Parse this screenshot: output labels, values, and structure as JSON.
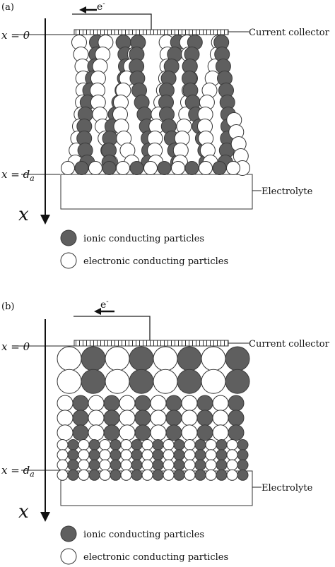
{
  "panel_a": {
    "tag": "(a)",
    "electron": "e",
    "electron_sup": "-",
    "x_zero": "x = 0",
    "x_da": "x = d",
    "x_da_sub": "a",
    "axis": "x",
    "current_collector": "Current collector",
    "electrolyte": "Electrolyte",
    "legend_ionic": "ionic conducting particles",
    "legend_electronic": "electronic conducting particles"
  },
  "panel_b": {
    "tag": "(b)",
    "electron": "e",
    "electron_sup": "-",
    "x_zero": "x = 0",
    "x_da": "x = d",
    "x_da_sub": "a",
    "axis": "x",
    "current_collector": "Current collector",
    "electrolyte": "Electrolyte",
    "legend_ionic": "ionic conducting particles",
    "legend_electronic": "electronic conducting particles"
  },
  "colors": {
    "ionic_particle": "#5f5f5f",
    "electronic_particle": "#ffffff",
    "outline": "#333333"
  }
}
